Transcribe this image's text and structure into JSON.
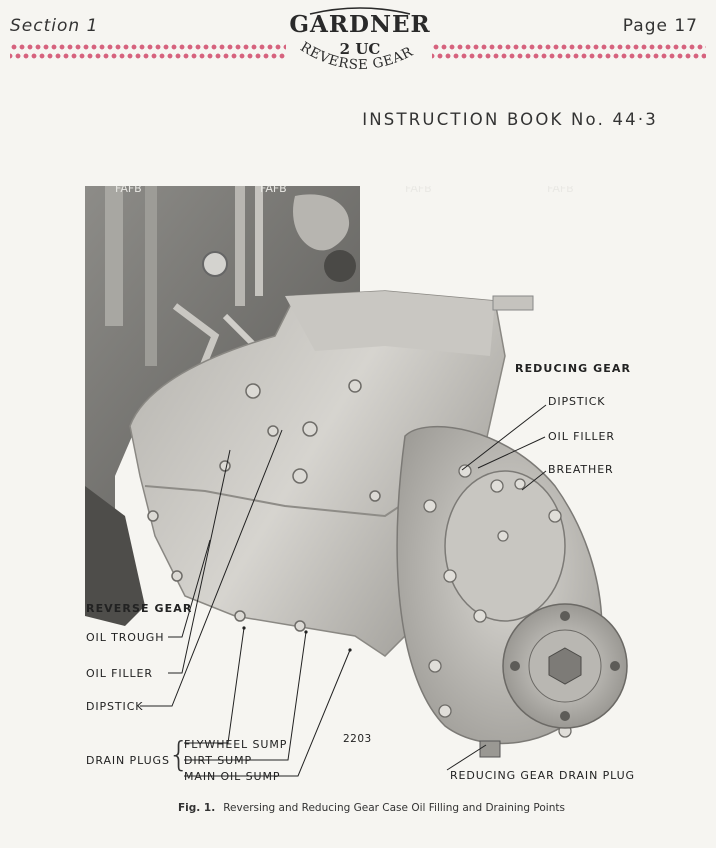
{
  "header": {
    "section": "Section 1",
    "page": "Page 17",
    "logo": {
      "brand": "GARDNER",
      "model": "2 UC",
      "subtitle": "REVERSE GEARS"
    },
    "book": "INSTRUCTION  BOOK  No.  44·3"
  },
  "figure": {
    "photo_number": "2203",
    "reducing_gear": {
      "heading": "REDUCING GEAR",
      "dipstick": "DIPSTICK",
      "oil_filler": "OIL FILLER",
      "breather": "BREATHER",
      "drain_plug": "REDUCING GEAR DRAIN PLUG"
    },
    "reverse_gear": {
      "heading": "REVERSE GEAR",
      "oil_trough": "OIL TROUGH",
      "oil_filler": "OIL FILLER",
      "dipstick": "DIPSTICK"
    },
    "drain_plugs": {
      "label": "DRAIN PLUGS",
      "flywheel_sump": "FLYWHEEL SUMP",
      "dirt_sump": "DIRT SUMP",
      "main_oil_sump": "MAIN OIL SUMP"
    },
    "caption": {
      "number": "Fig. 1.",
      "text": "Reversing and Reducing Gear Case Oil Filling and Draining Points"
    }
  }
}
